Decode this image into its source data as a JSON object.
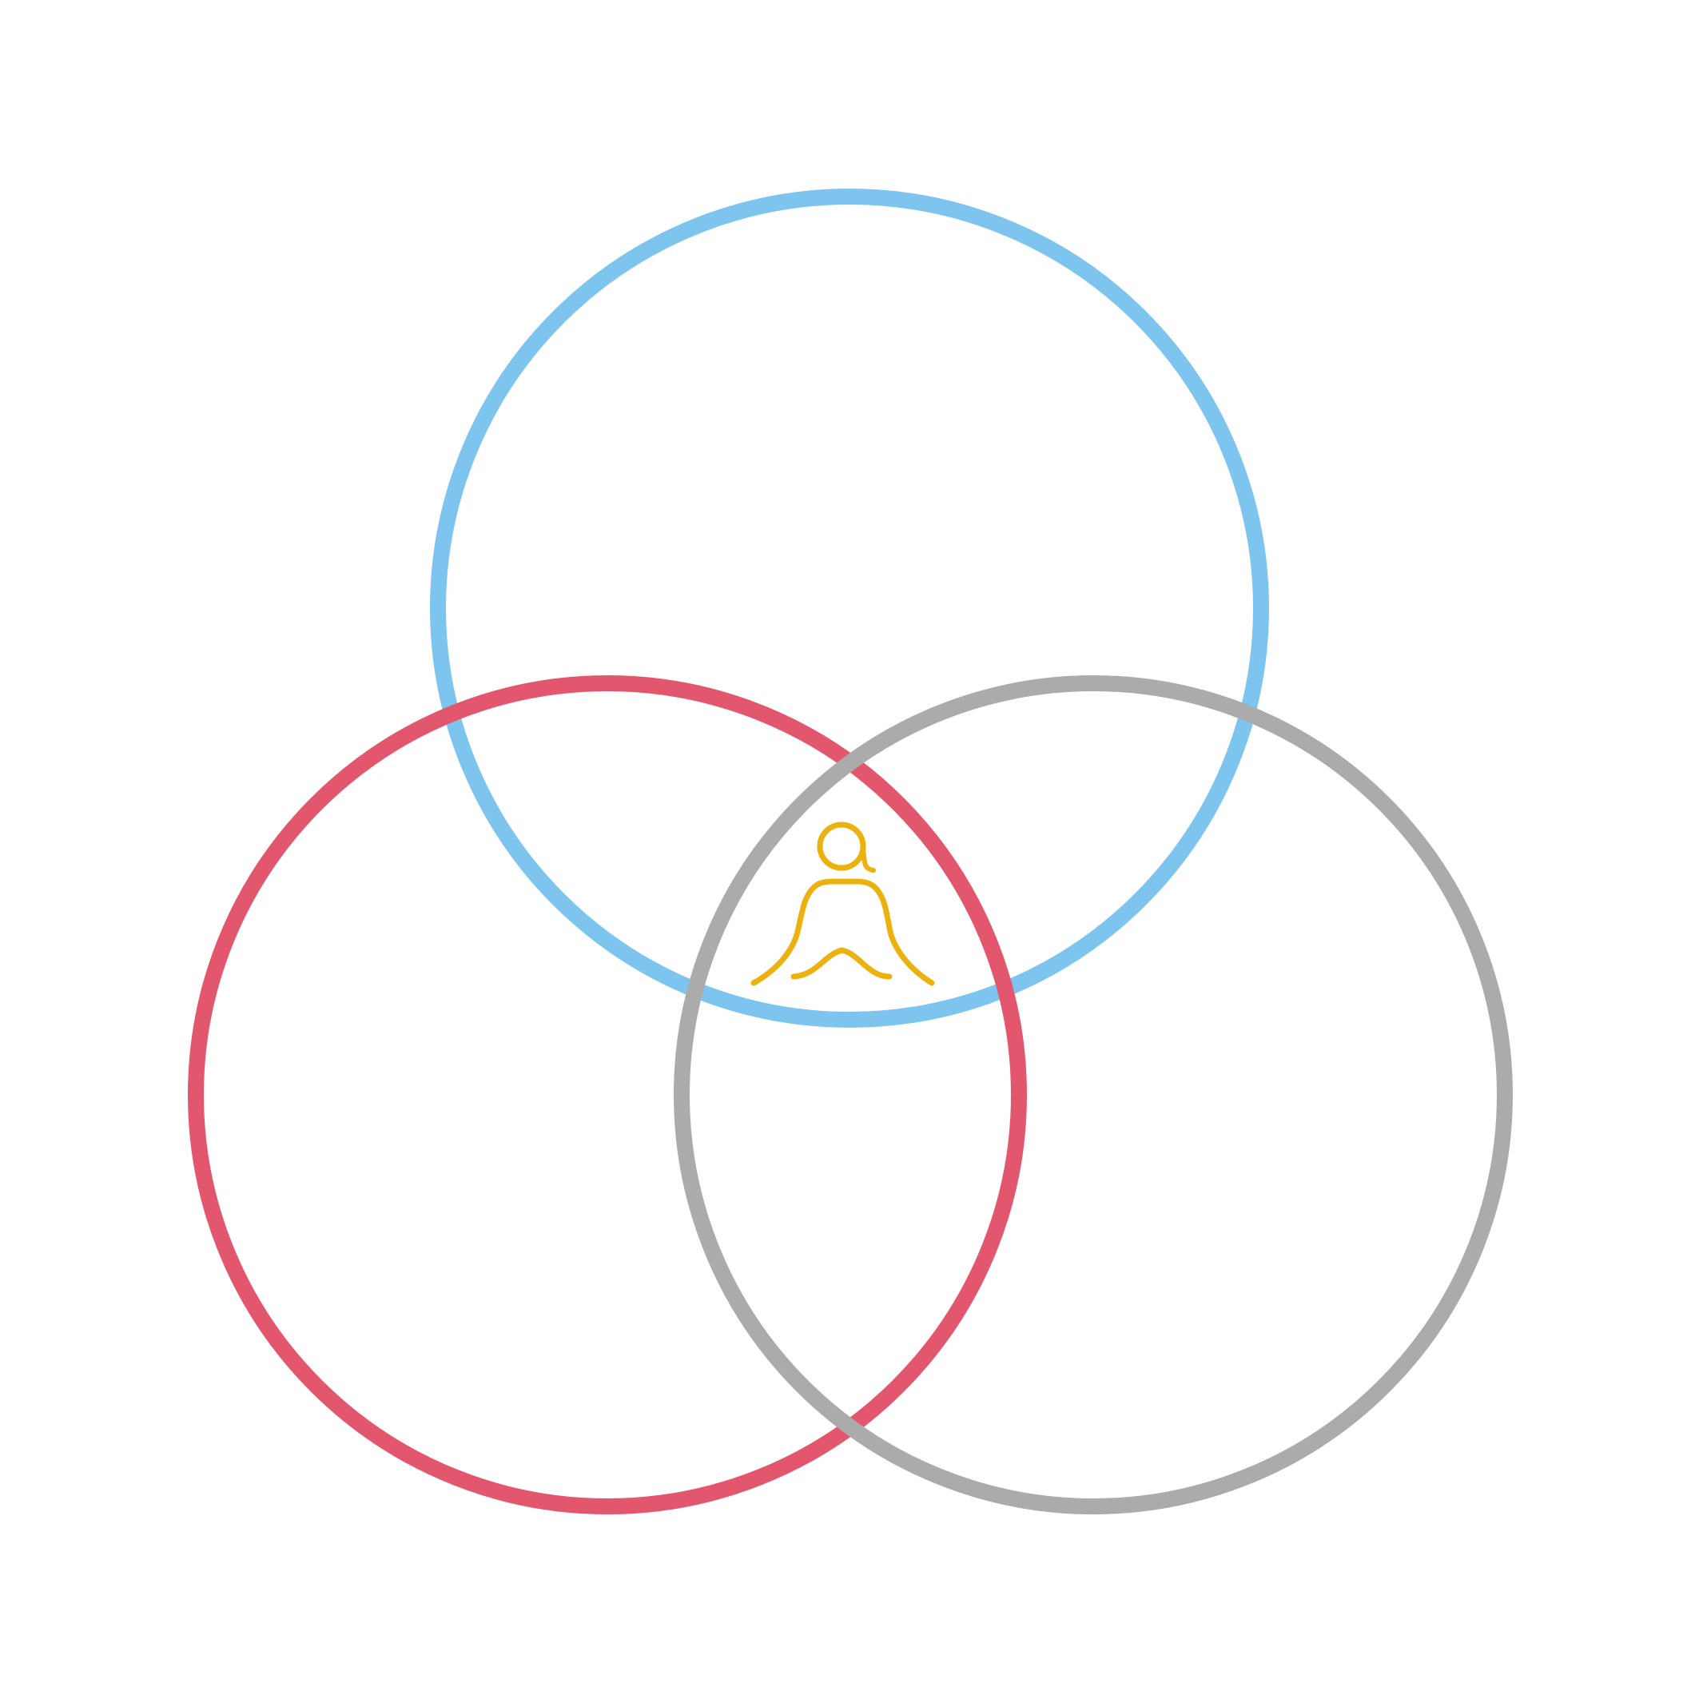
{
  "diagram": {
    "type": "three-circle-venn",
    "circles": [
      {
        "id": "top",
        "color": "#7DC4EE"
      },
      {
        "id": "bottom-left",
        "color": "#E2576E"
      },
      {
        "id": "bottom-right",
        "color": "#ABABAB"
      }
    ],
    "center_icon": {
      "icon": "meditating-person-icon",
      "color": "#EBB10F"
    }
  }
}
